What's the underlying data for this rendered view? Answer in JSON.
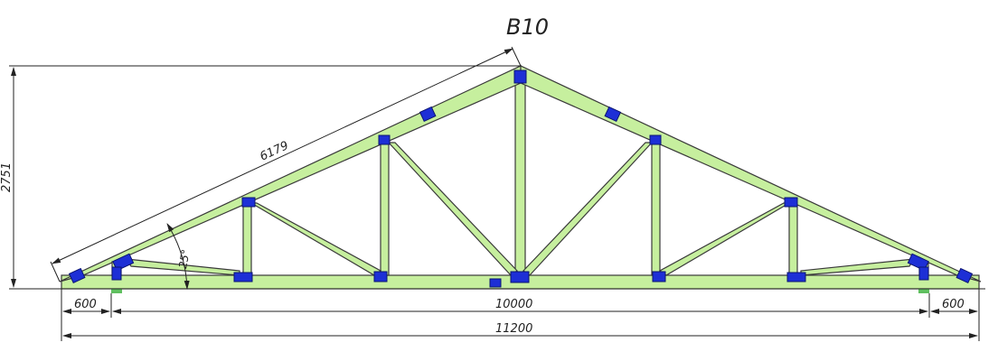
{
  "title": "B10",
  "dimensions": {
    "top_chord_length": "6179",
    "height": "2751",
    "angle": "25°",
    "overhang_left": "600",
    "span": "10000",
    "overhang_right": "600",
    "total_length": "11200"
  },
  "colors": {
    "member": "#c6ef9e",
    "plate": "#1d2fd6",
    "support": "#5fbf5f"
  }
}
